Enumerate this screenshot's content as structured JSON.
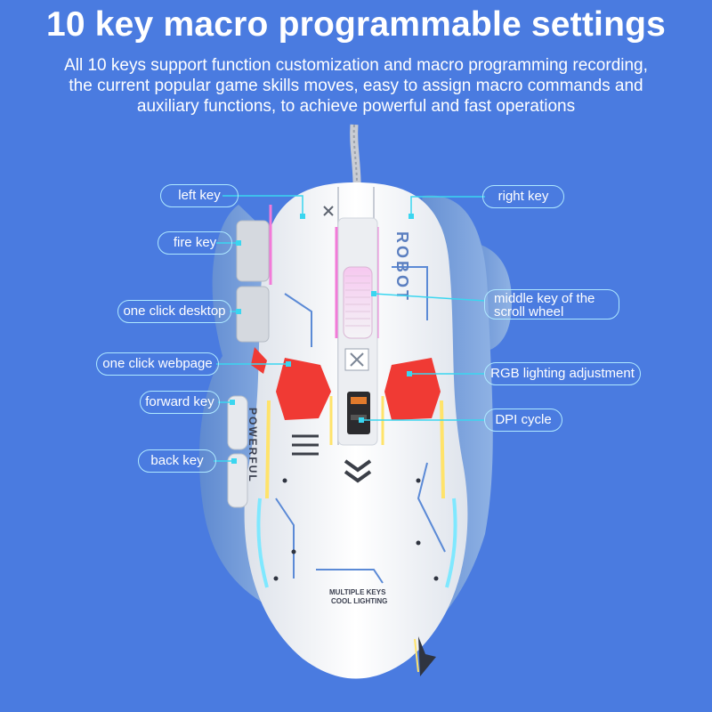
{
  "header": {
    "title": "10 key macro programmable settings",
    "subtitle_lines": [
      "All 10 keys support function customization and macro programming recording,",
      "the current popular game skills moves, easy to assign macro commands and",
      "auxiliary functions, to achieve powerful and fast operations"
    ]
  },
  "callouts": {
    "left_key": "left key",
    "right_key": "right key",
    "fire_key": "fire key",
    "middle_key_line1": "middle key of the",
    "middle_key_line2": "scroll wheel",
    "one_click_desktop": "one click desktop",
    "one_click_webpage": "one click webpage",
    "rgb_lighting": "RGB lighting adjustment",
    "forward_key": "forward key",
    "dpi_cycle": "DPI cycle",
    "back_key": "back key"
  },
  "mouse_print": {
    "brand_top": "ROBOT",
    "side_text": "POWERFUL",
    "bottom_line1": "MULTIPLE KEYS",
    "bottom_line2": "COOL LIGHTING"
  },
  "colors": {
    "background": "#4a7be0",
    "shell_white": "#f2f3f6",
    "shell_blue": "#7aa2d8",
    "accent_red": "#f03a34",
    "callout_cyan": "#3ad6f0",
    "rgb_pink": "#f27ad8",
    "rgb_yellow": "#ffe36a"
  }
}
